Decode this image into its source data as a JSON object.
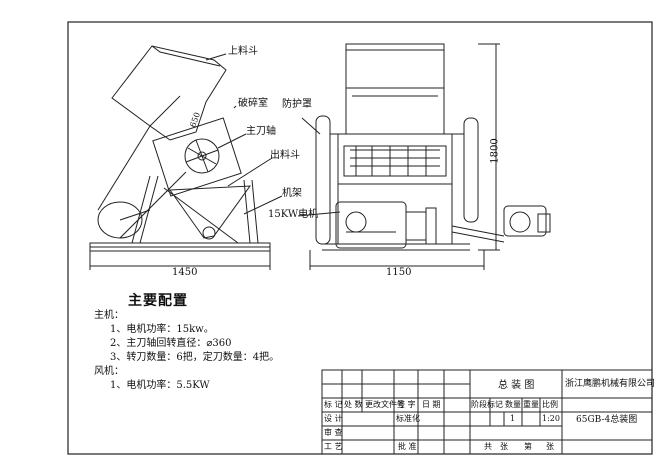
{
  "callouts": {
    "hopper": "上料斗",
    "crushing_chamber": "破碎室",
    "main_shaft": "主刀轴",
    "guard": "防护罩",
    "outlet_hopper": "出料斗",
    "frame": "机架",
    "motor": "15KW电机",
    "rotor_mark": "650"
  },
  "dimensions": {
    "side_length": "1450",
    "front_width": "1150",
    "height": "1800"
  },
  "specs": {
    "title": "主要配置",
    "main_machine": "主机：",
    "item1": "1、电机功率：15kw。",
    "item2": "2、主刀轴回转直径：⌀360",
    "item3": "3、转刀数量：6把，定刀数量：4把。",
    "fan": "风机：",
    "fan_item1": "1、电机功率：5.5KW"
  },
  "title_block": {
    "drawing_title": "总 装 图",
    "company": "浙江鹰鹏机械有限公司",
    "drawing_no": "65GB-4总装图",
    "mark": "标 记",
    "count": "处 数",
    "change_doc": "更改文件号",
    "sign": "签 字",
    "date": "日 期",
    "design": "设 计",
    "standard": "标准化",
    "stage_mark": "阶段标记",
    "quantity": "数量",
    "weight": "重量",
    "scale": "比例",
    "quantity_value": "1",
    "scale_value": "1:20",
    "review": "审 查",
    "process": "工 艺",
    "approve": "批 准",
    "total_sheets": "共",
    "sheet_label": "张",
    "page_label": "第",
    "page_sheet": "张"
  }
}
